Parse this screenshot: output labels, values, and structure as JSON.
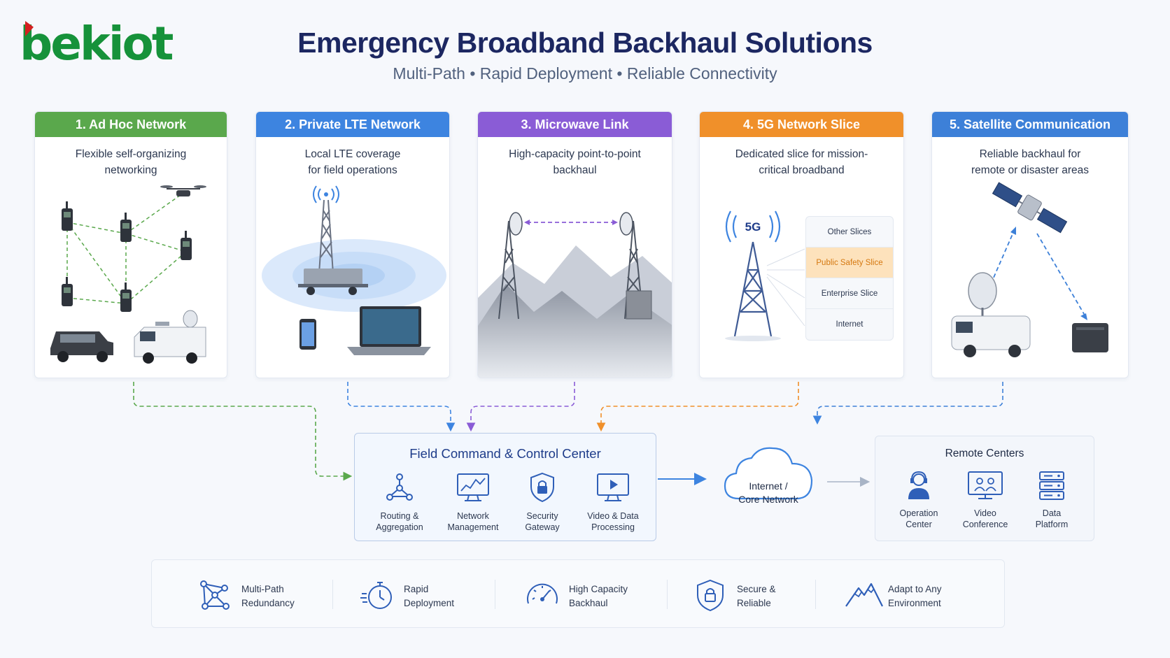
{
  "brand": {
    "logo_text": "bekiot",
    "logo_color": "#16923a",
    "accent_red": "#d42020"
  },
  "header": {
    "title": "Emergency Broadband Backhaul Solutions",
    "subtitle": "Multi-Path • Rapid Deployment • Reliable Connectivity"
  },
  "cards": [
    {
      "title": "1. Ad Hoc Network",
      "color": "#5aa84c",
      "desc_line1": "Flexible self-organizing",
      "desc_line2": "networking"
    },
    {
      "title": "2. Private LTE Network",
      "color": "#3d84e0",
      "desc_line1": "Local LTE coverage",
      "desc_line2": "for field operations"
    },
    {
      "title": "3. Microwave Link",
      "color": "#8a5cd6",
      "desc_line1": "High-capacity point-to-point",
      "desc_line2": "backhaul"
    },
    {
      "title": "4. 5G Network Slice",
      "color": "#f0902a",
      "desc_line1": "Dedicated slice for mission-",
      "desc_line2": "critical broadband"
    },
    {
      "title": "5. Satellite Communication",
      "color": "#3d80d8",
      "desc_line1": "Reliable backhaul for",
      "desc_line2": "remote or disaster areas"
    }
  ],
  "five_g": {
    "label": "5G",
    "slices": [
      "Other Slices",
      "Public Safety Slice",
      "Enterprise Slice",
      "Internet"
    ]
  },
  "field_command": {
    "title": "Field Command & Control Center",
    "items": [
      {
        "icon": "routing-icon",
        "line1": "Routing &",
        "line2": "Aggregation"
      },
      {
        "icon": "network-management-icon",
        "line1": "Network",
        "line2": "Management"
      },
      {
        "icon": "security-gateway-icon",
        "line1": "Security",
        "line2": "Gateway"
      },
      {
        "icon": "video-processing-icon",
        "line1": "Video & Data",
        "line2": "Processing"
      }
    ]
  },
  "cloud": {
    "line1": "Internet /",
    "line2": "Core Network"
  },
  "remote_centers": {
    "title": "Remote Centers",
    "items": [
      {
        "icon": "operation-center-icon",
        "line1": "Operation",
        "line2": "Center"
      },
      {
        "icon": "video-conference-icon",
        "line1": "Video",
        "line2": "Conference"
      },
      {
        "icon": "data-platform-icon",
        "line1": "Data",
        "line2": "Platform"
      }
    ]
  },
  "features": [
    {
      "icon": "redundancy-icon",
      "line1": "Multi-Path",
      "line2": "Redundancy"
    },
    {
      "icon": "stopwatch-icon",
      "line1": "Rapid",
      "line2": "Deployment"
    },
    {
      "icon": "gauge-icon",
      "line1": "High Capacity",
      "line2": "Backhaul"
    },
    {
      "icon": "shield-lock-icon",
      "line1": "Secure &",
      "line2": "Reliable"
    },
    {
      "icon": "mountain-icon",
      "line1": "Adapt to Any",
      "line2": "Environment"
    }
  ]
}
